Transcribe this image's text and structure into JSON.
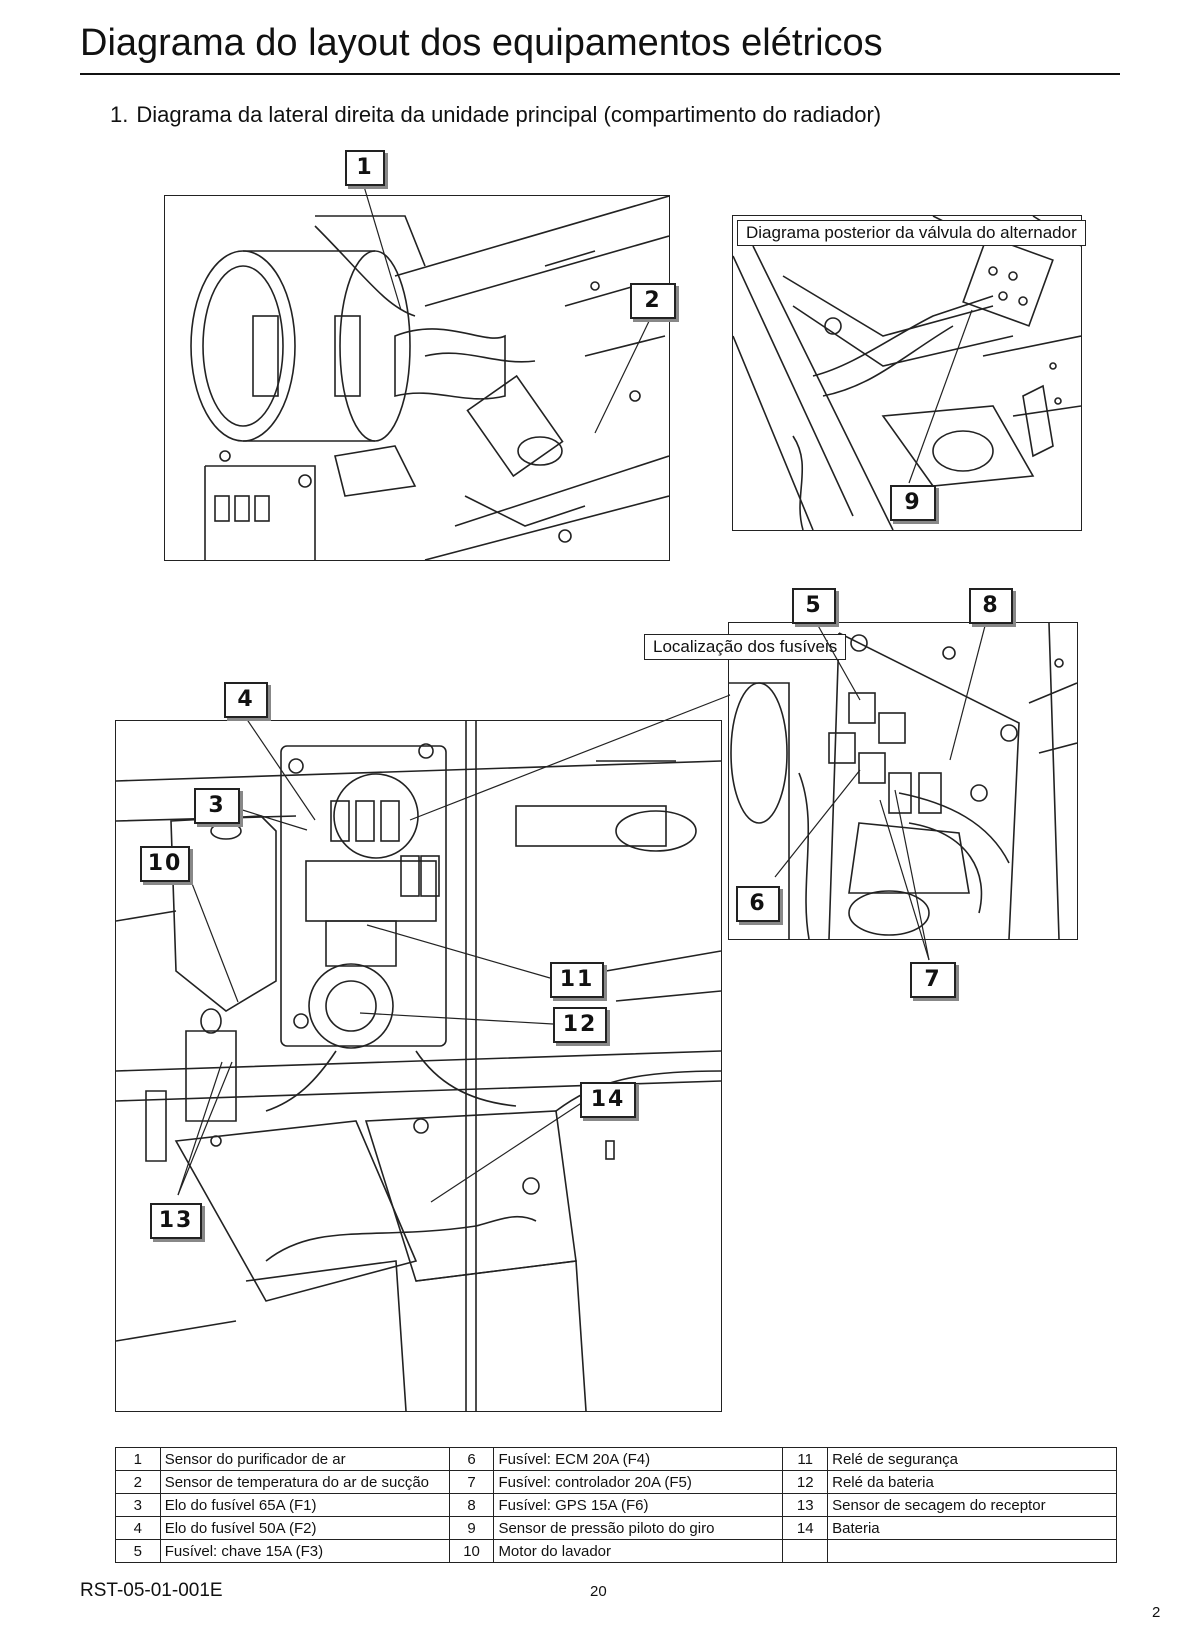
{
  "header": {
    "title": "Diagrama do layout dos equipamentos elétricos"
  },
  "section": {
    "number": "1.",
    "title": "Diagrama da lateral direita da unidade principal (compartimento do radiador)"
  },
  "callouts": {
    "alternator": "Diagrama posterior da válvula do alternador",
    "fuses": "Localização dos fusíveis"
  },
  "tags": {
    "t1": "1",
    "t2": "2",
    "t3": "3",
    "t4": "4",
    "t5": "5",
    "t6": "6",
    "t7": "7",
    "t8": "8",
    "t9": "9",
    "t10": "10",
    "t11": "11",
    "t12": "12",
    "t13": "13",
    "t14": "14"
  },
  "legend": [
    [
      {
        "n": "1",
        "d": "Sensor do purificador de ar"
      },
      {
        "n": "6",
        "d": "Fusível: ECM 20A (F4)"
      },
      {
        "n": "11",
        "d": "Relé de segurança"
      }
    ],
    [
      {
        "n": "2",
        "d": "Sensor de temperatura do ar de sucção"
      },
      {
        "n": "7",
        "d": "Fusível: controlador 20A (F5)"
      },
      {
        "n": "12",
        "d": "Relé da bateria"
      }
    ],
    [
      {
        "n": "3",
        "d": "Elo do fusível 65A (F1)"
      },
      {
        "n": "8",
        "d": "Fusível: GPS 15A (F6)"
      },
      {
        "n": "13",
        "d": "Sensor de secagem do receptor"
      }
    ],
    [
      {
        "n": "4",
        "d": "Elo do fusível 50A (F2)"
      },
      {
        "n": "9",
        "d": "Sensor de pressão piloto do giro"
      },
      {
        "n": "14",
        "d": "Bateria"
      }
    ],
    [
      {
        "n": "5",
        "d": "Fusível: chave 15A (F3)"
      },
      {
        "n": "10",
        "d": "Motor do lavador"
      },
      {
        "n": "",
        "d": ""
      }
    ]
  ],
  "footer": {
    "doc_code": "RST-05-01-001E",
    "page_center": "20",
    "page_right": "2"
  }
}
